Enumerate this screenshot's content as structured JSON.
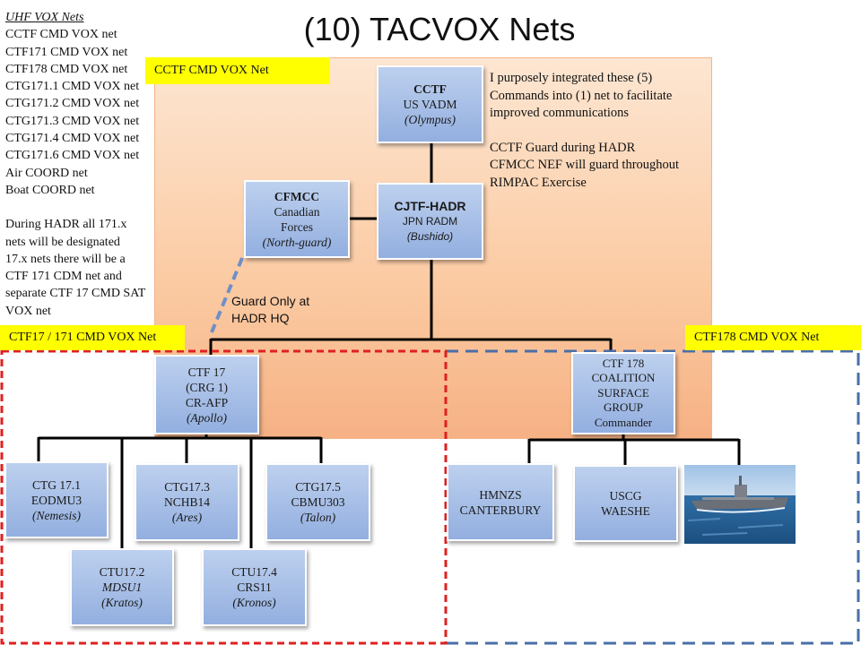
{
  "title": "(10) TACVOX Nets",
  "side_notes": {
    "heading": "UHF VOX Nets",
    "nets": [
      "CCTF  CMD VOX net",
      "CTF171 CMD VOX net",
      "CTF178 CMD VOX net",
      "CTG171.1  CMD VOX net",
      "CTG171.2 CMD VOX net",
      "CTG171.3 CMD VOX net",
      "CTG171.4 CMD VOX net",
      "CTG171.6 CMD VOX net",
      "Air COORD net",
      "Boat COORD net"
    ],
    "hadr_note": [
      "During HADR all 171.x",
      "nets will be designated",
      "17.x nets there will be a",
      "CTF 171 CDM net and",
      "separate CTF 17 CMD SAT",
      "VOX net"
    ]
  },
  "annotation": {
    "para1": [
      "I purposely integrated these (5)",
      "Commands into (1) net to facilitate",
      "improved communications"
    ],
    "para2": [
      "CCTF Guard during HADR",
      "CFMCC NEF will guard throughout",
      "RIMPAC Exercise"
    ]
  },
  "labels": {
    "cctf_net": "CCTF  CMD VOX Net",
    "ctf17_net": "CTF17 / 171 CMD VOX Net",
    "ctf178_net": "CTF178 CMD VOX Net",
    "guard_note": [
      "Guard Only at",
      "HADR HQ"
    ]
  },
  "nodes": {
    "cctf": [
      "CCTF",
      "US VADM",
      "(Olympus)"
    ],
    "cjtf": [
      "CJTF-HADR",
      "JPN RADM",
      "(Bushido)"
    ],
    "cfmcc": [
      "CFMCC",
      "Canadian",
      "Forces",
      "(North-guard)"
    ],
    "ctf17": [
      "CTF 17",
      "(CRG 1)",
      "CR-AFP",
      "(Apollo)"
    ],
    "ctf178": [
      "CTF 178",
      "COALITION",
      "SURFACE",
      "GROUP",
      "Commander"
    ],
    "ctg171": [
      "CTG 17.1",
      "EODMU3",
      "(Nemesis)"
    ],
    "ctg173": [
      "CTG17.3",
      "NCHB14",
      "(Ares)"
    ],
    "ctg175": [
      "CTG17.5",
      "CBMU303",
      "(Talon)"
    ],
    "ctu172": [
      "CTU17.2",
      "MDSU1",
      "(Kratos)"
    ],
    "ctu174": [
      "CTU17.4",
      "CRS11",
      "(Kronos)"
    ],
    "hmnzs": [
      "HMNZS",
      "CANTERBURY"
    ],
    "uscg": [
      "USCG",
      "WAESHE"
    ]
  },
  "colors": {
    "region_orange": "#fbcaa2",
    "box_blue": "#a9c0e8",
    "label_yellow": "#ffff00",
    "red_dashed": "#e02020",
    "blue_dashed": "#4a6fa8",
    "green_dashed": "#3a5a3a"
  }
}
